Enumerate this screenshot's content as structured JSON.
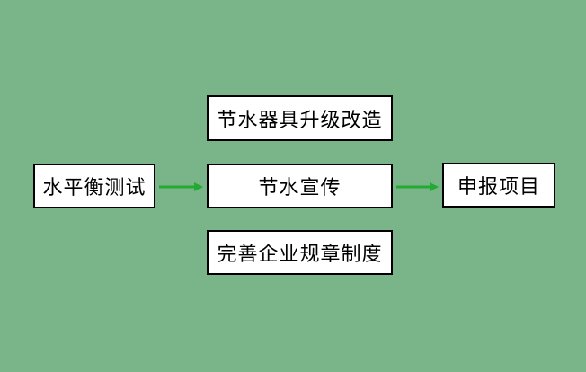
{
  "colors": {
    "background": "#7ab58a",
    "box_fill": "#ffffff",
    "box_border": "#000000",
    "arrow": "#22aa33"
  },
  "nodes": {
    "water_balance_test": "水平衡测试",
    "fixture_upgrade": "节水器具升级改造",
    "water_saving_promotion": "节水宣传",
    "improve_regulations": "完善企业规章制度",
    "declare_project": "申报项目"
  },
  "edges": [
    {
      "from": "水平衡测试",
      "to": "节水宣传"
    },
    {
      "from": "节水宣传",
      "to": "申报项目"
    }
  ]
}
